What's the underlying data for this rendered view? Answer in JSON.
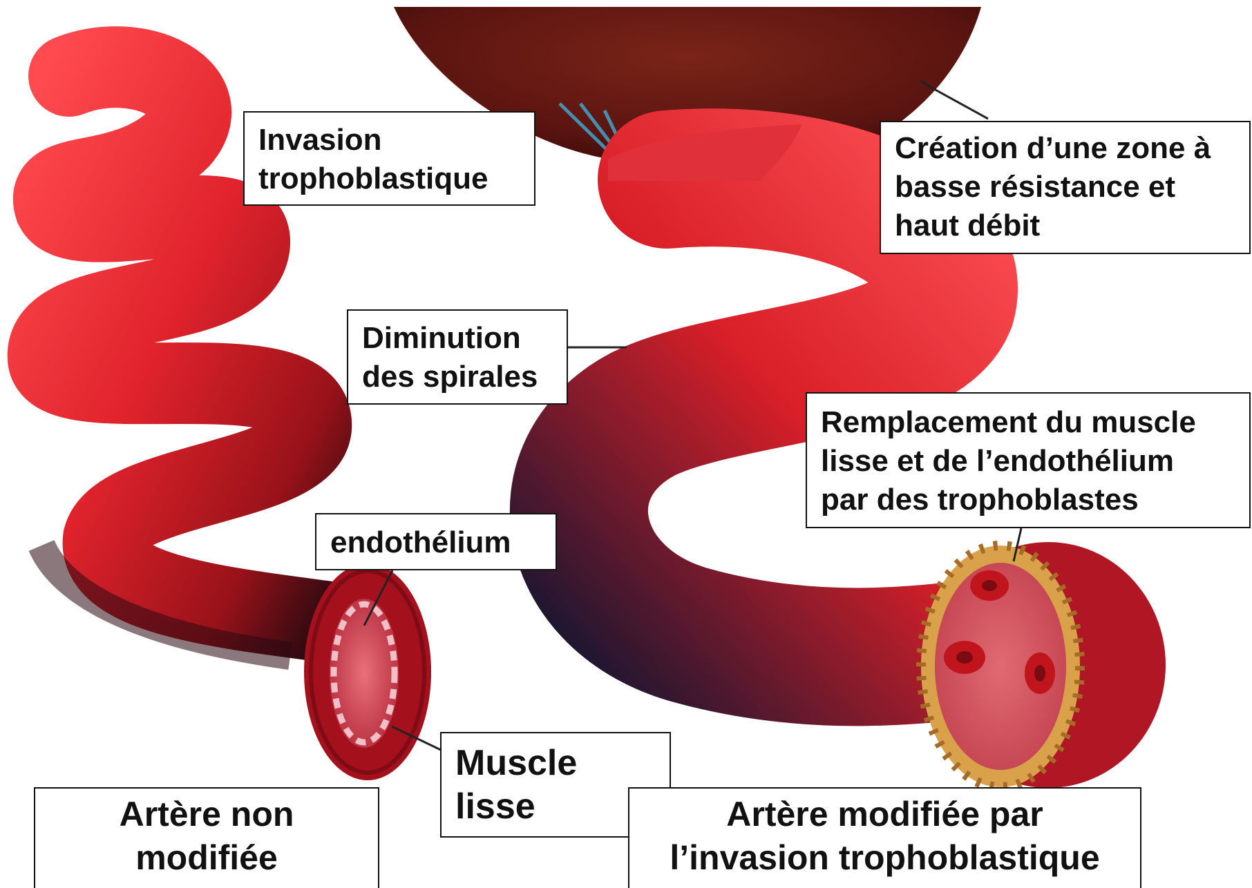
{
  "labels": {
    "invasion": [
      "Invasion",
      "trophoblastique"
    ],
    "creation": [
      "Création d’une zone à",
      "basse résistance et",
      "haut débit"
    ],
    "diminution": [
      "Diminution",
      "des spirales"
    ],
    "remplacement": [
      "Remplacement du muscle",
      "lisse et de l’endothélium",
      "par des trophoblastes"
    ],
    "endothelium": [
      "endothélium"
    ],
    "muscle": [
      "Muscle",
      "lisse"
    ],
    "artere_non": [
      "Artère non",
      "modifiée"
    ],
    "artere_mod": [
      "Artère modifiée par",
      "l’invasion trophoblastique"
    ]
  },
  "colors": {
    "artery_red": "#d9232b",
    "artery_dark": "#3a0d12",
    "placenta": "#5a1410",
    "trophoblast": "#d9a24a",
    "cell_red": "#c0151c"
  }
}
